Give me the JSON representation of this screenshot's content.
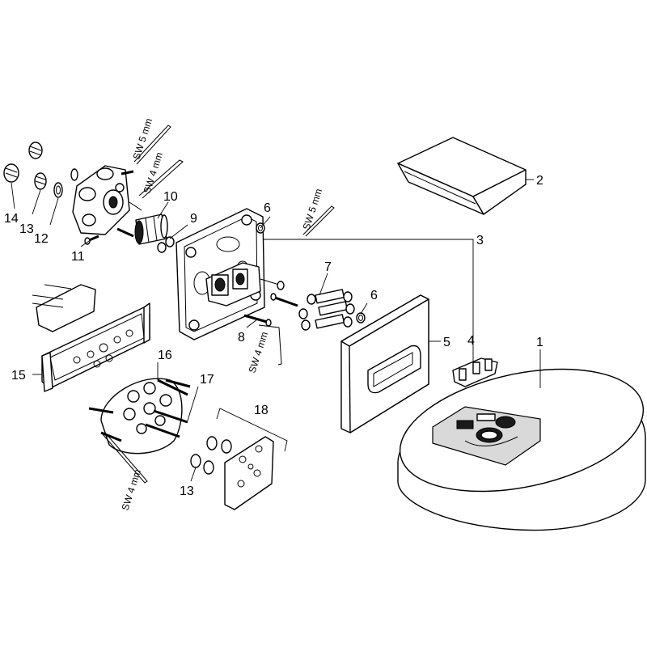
{
  "callouts": {
    "p1": "1",
    "p2": "2",
    "p3": "3",
    "p4": "4",
    "p5": "5",
    "p6a": "6",
    "p6b": "6",
    "p7": "7",
    "p8": "8",
    "p9": "9",
    "p10": "10",
    "p11": "11",
    "p12": "12",
    "p13a": "13",
    "p13b": "13",
    "p14": "14",
    "p15": "15",
    "p16": "16",
    "p17": "17",
    "p18": "18"
  },
  "tool_labels": {
    "sw5_top": "SW 5 mm",
    "sw4_top": "SW 4 mm",
    "sw5_mid": "SW 5 mm",
    "sw4_mid": "SW 4 mm",
    "sw4_bottom": "SW 4 mm"
  }
}
